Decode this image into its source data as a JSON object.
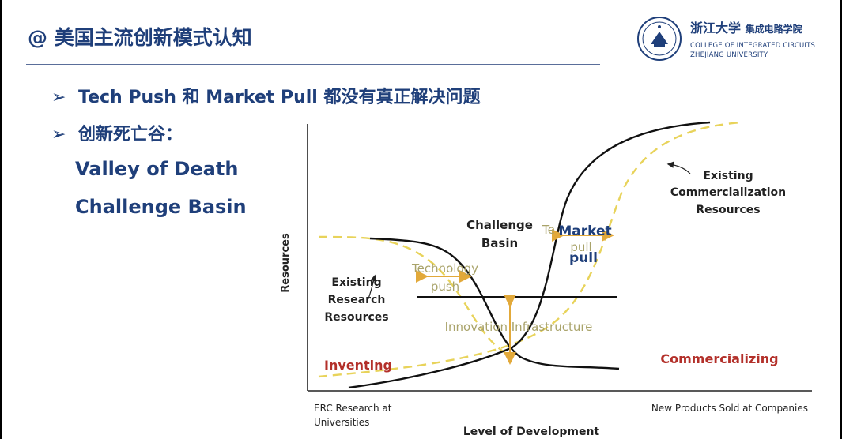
{
  "slide": {
    "title": "@ 美国主流创新模式认知",
    "logo": {
      "name_cn": "浙江大学",
      "dept_cn": "集成电路学院",
      "line1": "COLLEGE OF INTEGRATED CIRCUITS",
      "line2": "ZHEJIANG UNIVERSITY"
    },
    "bullets": [
      {
        "marker": "➢",
        "text": "Tech Push 和 Market Pull 都没有真正解决问题"
      },
      {
        "marker": "➢",
        "text": "创新死亡谷："
      }
    ],
    "sublines": [
      "Valley of Death",
      "Challenge Basin"
    ]
  },
  "diagram": {
    "ylabel": "Resources",
    "xlabel": "Level of Development",
    "x_left_label": [
      "ERC Research at",
      "Universities"
    ],
    "x_right_label": "New Products Sold at Companies",
    "existing_research": [
      "Existing",
      "Research",
      "Resources"
    ],
    "existing_commercial": [
      "Existing",
      "Commercialization",
      "Resources"
    ],
    "challenge_basin": [
      "Challenge",
      "Basin"
    ],
    "technology_push": [
      "Technology",
      "push"
    ],
    "market_pull_faded": [
      "Te",
      "pull"
    ],
    "market_pull": [
      "Market",
      "pull"
    ],
    "innovation_infrastructure": "Innovation Infrastructure",
    "inventing": "Inventing",
    "commercializing": "Commercializing",
    "colors": {
      "dashed_curve": "#e8d35a",
      "arrow": "#e2a93a",
      "red_label": "#b3302a",
      "blue_label": "#1f3f7a",
      "faded_label": "#a9a36a"
    }
  }
}
